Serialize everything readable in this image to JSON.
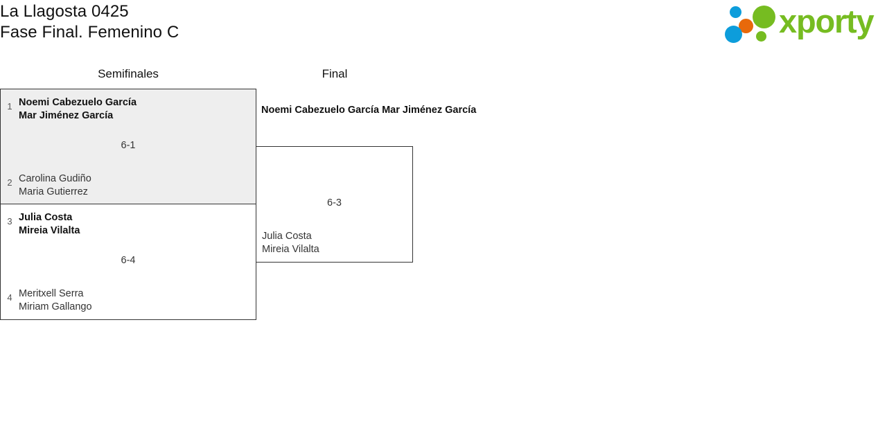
{
  "header": {
    "title_line_1": "La Llagosta 0425",
    "title_line_2": "Fase Final. Femenino C",
    "logo": {
      "wordmark": "xporty",
      "dot_blue": "#0d9ddb",
      "dot_orange": "#e8690b",
      "dot_green": "#76bc21",
      "word_color": "#76bc21"
    }
  },
  "bracket": {
    "rounds": [
      {
        "label": "Semifinales"
      },
      {
        "label": "Final"
      }
    ],
    "matches": [
      {
        "id": "sf-1",
        "round": "Semifinales",
        "shaded": true,
        "score": "6-1",
        "top": {
          "seed": "1",
          "player_1": "Noemi Cabezuelo García",
          "player_2": "Mar Jiménez García",
          "result": "winner"
        },
        "bottom": {
          "seed": "2",
          "player_1": "Carolina Gudiño",
          "player_2": "Maria Gutierrez",
          "result": "loser"
        }
      },
      {
        "id": "sf-2",
        "round": "Semifinales",
        "shaded": false,
        "score": "6-4",
        "top": {
          "seed": "3",
          "player_1": "Julia Costa",
          "player_2": "Mireia Vilalta",
          "result": "winner"
        },
        "bottom": {
          "seed": "4",
          "player_1": "Meritxell Serra",
          "player_2": "Miriam Gallango",
          "result": "loser"
        }
      },
      {
        "id": "f-1",
        "round": "Final",
        "shaded": false,
        "score": "6-3",
        "top": {
          "seed": "",
          "player_1": "Noemi Cabezuelo García",
          "player_2": "Mar Jiménez García",
          "result": "winner"
        },
        "bottom": {
          "seed": "",
          "player_1": "Julia Costa",
          "player_2": "Mireia Vilalta",
          "result": "loser"
        }
      }
    ],
    "champion": {
      "player_1": "Noemi Cabezuelo García",
      "player_2": "Mar Jiménez García"
    }
  }
}
